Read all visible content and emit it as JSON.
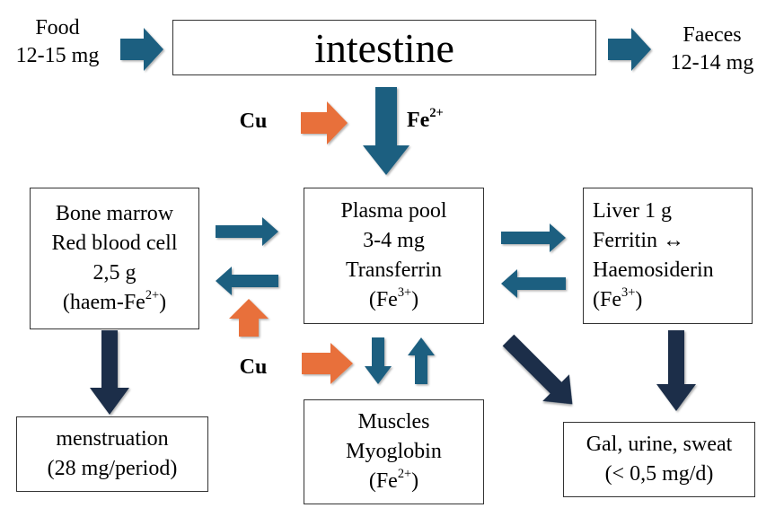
{
  "colors": {
    "blue": "#1e5f80",
    "orange": "#e8703a",
    "navy": "#1b2f48",
    "stroke": "#333333"
  },
  "food": {
    "line1": "Food",
    "line2": "12-15 mg"
  },
  "faeces": {
    "line1": "Faeces",
    "line2": "12-14 mg"
  },
  "intestine": {
    "label": "intestine"
  },
  "absorption": {
    "cu": "Cu",
    "fe": "Fe",
    "fe_charge": "2+"
  },
  "bone_marrow": {
    "line1": "Bone marrow",
    "line2": "Red blood cell",
    "line3": "2,5 g",
    "line4_prefix": "(haem-Fe",
    "line4_charge": "2+",
    "line4_suffix": ")"
  },
  "plasma_pool": {
    "line1": "Plasma pool",
    "line2": "3-4 mg",
    "line3": "Transferrin",
    "line4_prefix": "(Fe",
    "line4_charge": "3+",
    "line4_suffix": ")"
  },
  "liver": {
    "line1": "Liver 1 g",
    "line2": "Ferritin ↔",
    "line3": "Haemosiderin",
    "line4_prefix": "(Fe",
    "line4_charge": "3+",
    "line4_suffix": ")"
  },
  "muscle_cu": {
    "label": "Cu"
  },
  "muscles": {
    "line1": "Muscles",
    "line2": "Myoglobin",
    "line3_prefix": "(Fe",
    "line3_charge": "2+",
    "line3_suffix": ")"
  },
  "menstruation": {
    "line1": "menstruation",
    "line2": "(28 mg/period)"
  },
  "excretion": {
    "line1": "Gal, urine, sweat",
    "line2": "(< 0,5 mg/d)"
  }
}
